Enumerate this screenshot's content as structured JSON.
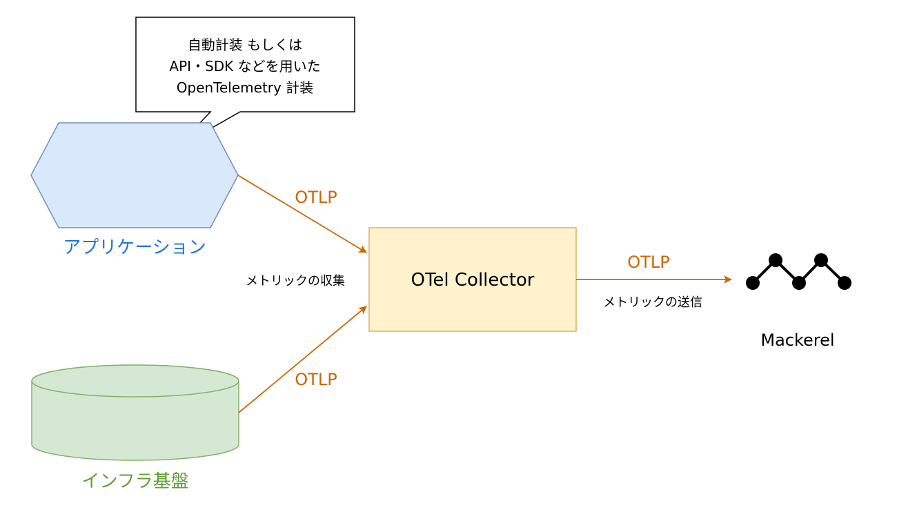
{
  "callout": {
    "lines": [
      "自動計装 もしくは",
      "API・SDK などを用いた",
      "OpenTelemetry 計装"
    ]
  },
  "nodes": {
    "application": {
      "label": "アプリケーション"
    },
    "infrastructure": {
      "label": "インフラ基盤"
    },
    "collector": {
      "label": "OTel Collector"
    },
    "mackerel": {
      "label": "Mackerel"
    }
  },
  "edges": {
    "app_to_collector": {
      "label": "OTLP"
    },
    "infra_to_collector": {
      "label": "OTLP"
    },
    "collector_to_mackerel": {
      "label": "OTLP",
      "sublabel": "メトリックの送信"
    },
    "collect_note": "メトリックの収集"
  },
  "colors": {
    "app_fill": "#dae8fc",
    "app_stroke": "#6c8ebf",
    "app_text": "#1f73d8",
    "infra_fill": "#d5e8d4",
    "infra_stroke": "#82b366",
    "infra_text": "#5fa032",
    "collector_fill": "#fff2cc",
    "collector_stroke": "#d6b656",
    "edge": "#cc6600",
    "text": "#000000"
  }
}
